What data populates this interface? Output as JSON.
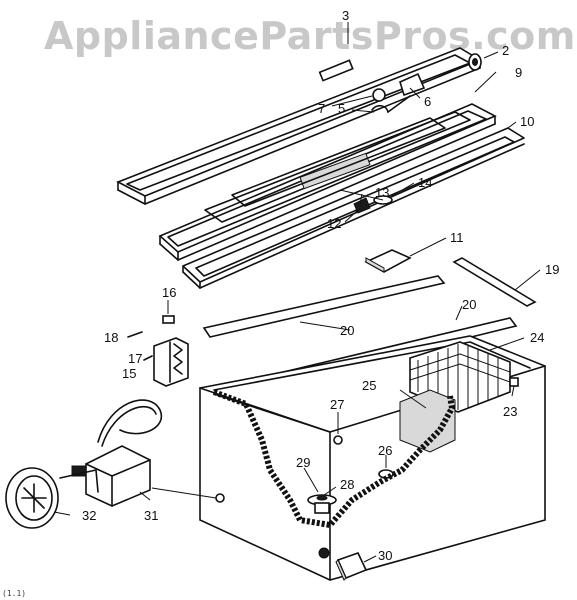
{
  "watermark": "AppliancePartsPros.com",
  "corner_note": "(1.1)",
  "callouts": [
    "3",
    "2",
    "9",
    "7",
    "5",
    "6",
    "10",
    "13",
    "14",
    "12",
    "11",
    "16",
    "19",
    "18",
    "20",
    "20",
    "24",
    "17",
    "15",
    "25",
    "23",
    "27",
    "26",
    "29",
    "28",
    "32",
    "31",
    "30"
  ],
  "colors": {
    "ink": "#111111",
    "watermark": "#c8c8c8",
    "background": "#ffffff"
  }
}
